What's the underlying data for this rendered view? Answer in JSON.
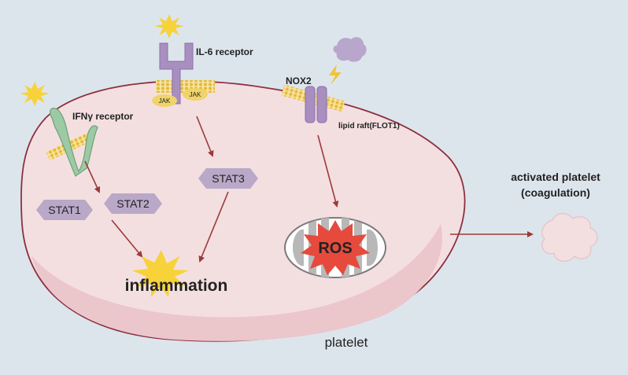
{
  "labels": {
    "il6_receptor": "IL-6 receptor",
    "jak_left": "JAK",
    "jak_right": "JAK",
    "ifng_receptor": "IFNγ receptor",
    "nox2": "NOX2",
    "lipid_raft": "lipid raft(FLOT1)",
    "stat1": "STAT1",
    "stat2": "STAT2",
    "stat3": "STAT3",
    "inflammation": "inflammation",
    "ros": "ROS",
    "platelet": "platelet",
    "activated_line1": "activated platelet",
    "activated_line2": "(coagulation)"
  },
  "colors": {
    "background": "#dde5ec",
    "cell_fill": "#f4dfe0",
    "cell_inner": "#ebc6cb",
    "cell_border": "#8c3040",
    "arrow": "#9b3a3a",
    "stat_fill": "#b9a8c8",
    "receptor": "#a88fc0",
    "ifng_receptor": "#9ccaa4",
    "ros_fill": "#e64a3c",
    "star": "#f7d23a",
    "lipid_raft": "#f0d36a"
  }
}
